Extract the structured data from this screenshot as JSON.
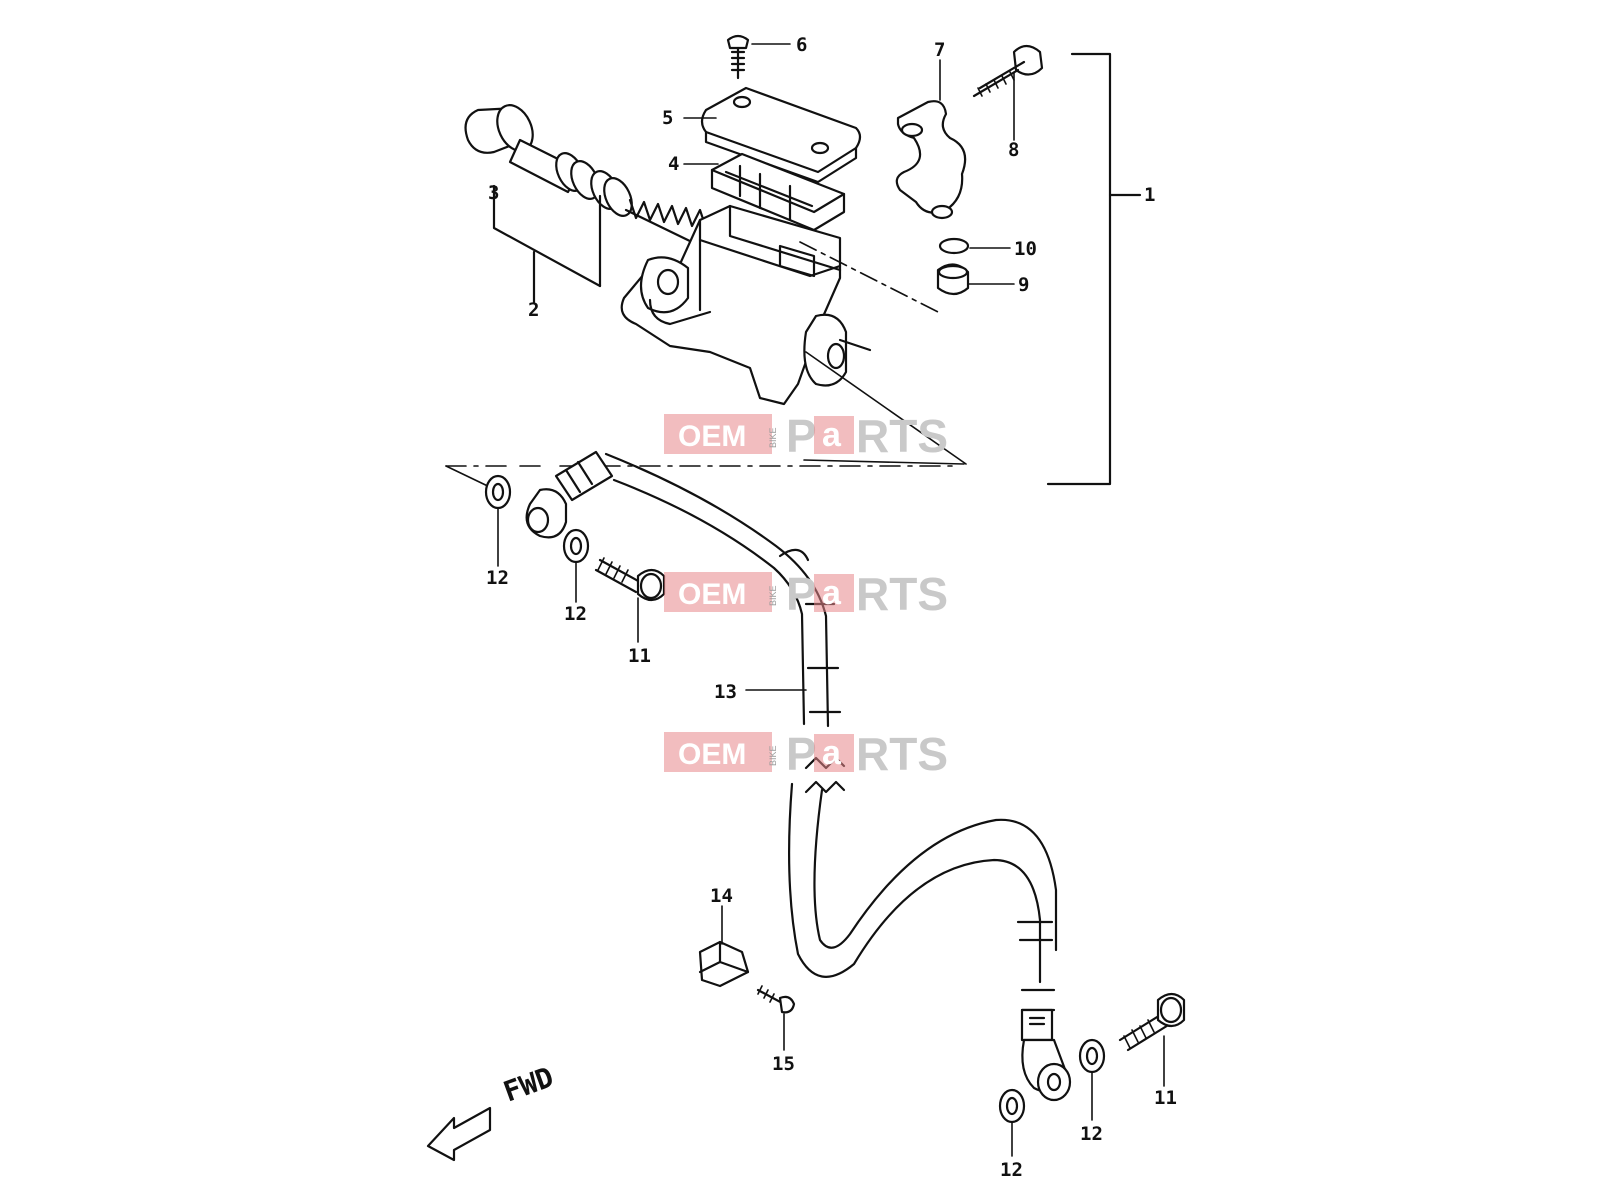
{
  "parts": [
    {
      "ref": "1"
    },
    {
      "ref": "2"
    },
    {
      "ref": "3"
    },
    {
      "ref": "4"
    },
    {
      "ref": "5"
    },
    {
      "ref": "6"
    },
    {
      "ref": "7"
    },
    {
      "ref": "8"
    },
    {
      "ref": "9"
    },
    {
      "ref": "10"
    },
    {
      "ref": "11"
    },
    {
      "ref": "12"
    },
    {
      "ref": "13"
    },
    {
      "ref": "14"
    },
    {
      "ref": "15"
    }
  ],
  "direction_label": "FWD",
  "watermark": {
    "oem": "OEM",
    "bike": "BIKE",
    "parts_p": "P",
    "parts_a": "a",
    "parts_rts": "RTS"
  },
  "colors": {
    "line": "#111111",
    "watermark_red": "#e8868a",
    "watermark_gray": "#c9c9c9"
  }
}
